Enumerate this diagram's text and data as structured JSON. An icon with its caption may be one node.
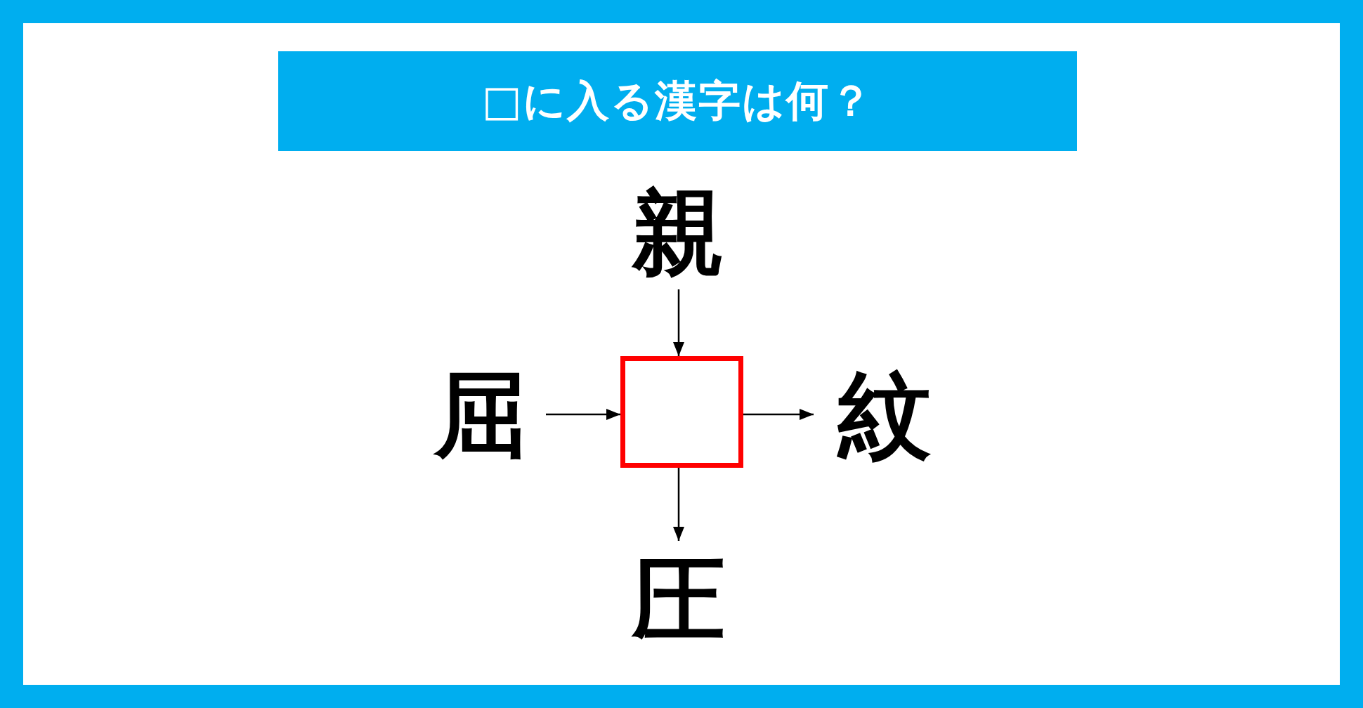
{
  "diagram": {
    "title": "□に入る漢字は何？",
    "nodes": [
      {
        "text": [
          "親"
        ]
      },
      {
        "text": [
          "屈"
        ]
      },
      {
        "text": [],
        "shape": "box"
      },
      {
        "text": [
          "紋"
        ]
      },
      {
        "text": [
          "圧"
        ]
      }
    ],
    "edges": [
      {
        "from": 0,
        "to": 2,
        "arrow": "to"
      },
      {
        "from": 1,
        "to": 2,
        "arrow": "to"
      },
      {
        "from": 2,
        "to": 3,
        "arrow": "to"
      },
      {
        "from": 2,
        "to": 4,
        "arrow": "to"
      }
    ]
  }
}
